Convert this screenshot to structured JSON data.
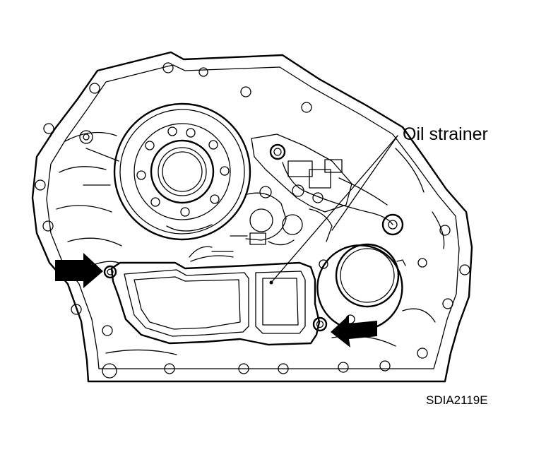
{
  "labels": {
    "callout": "Oil strainer",
    "figure_id": "SDIA2119E"
  },
  "icons": {
    "arrow_left": "arrow-right-pointer",
    "arrow_right": "arrow-left-pointer"
  }
}
